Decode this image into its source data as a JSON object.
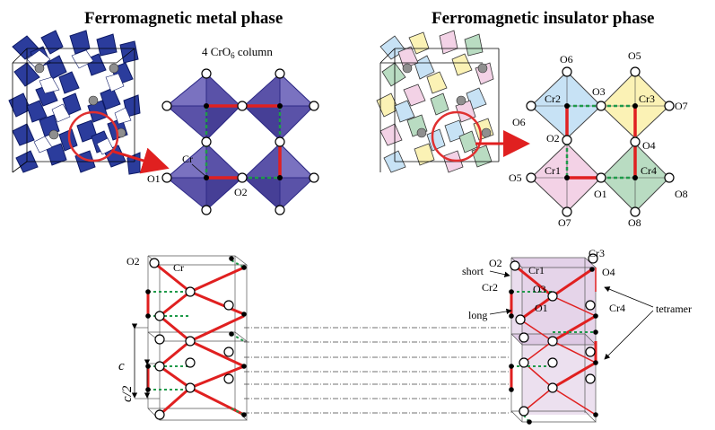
{
  "titles": {
    "left": "Ferromagnetic metal phase",
    "right": "Ferromagnetic insulator phase"
  },
  "left_panel": {
    "column_label_pre": "4 CrO",
    "column_label_sub": "6",
    "column_label_post": " column",
    "labels": {
      "cr": "Cr",
      "o1": "O1",
      "o2": "O2"
    }
  },
  "right_panel": {
    "labels": {
      "o1": "O1",
      "o2": "O2",
      "o3": "O3",
      "o4": "O4",
      "o5": "O5",
      "o6": "O6",
      "o7": "O7",
      "o8": "O8",
      "cr1": "Cr1",
      "cr2": "Cr2",
      "cr3": "Cr3",
      "cr4": "Cr4",
      "o5b": "O5",
      "o6b": "O6",
      "o7b": "O7",
      "o8b": "O8"
    }
  },
  "bottom_left": {
    "labels": {
      "o2": "O2",
      "cr": "Cr",
      "c": "c",
      "c_half": "c/2"
    }
  },
  "bottom_right": {
    "labels": {
      "o2": "O2",
      "cr1": "Cr1",
      "cr2": "Cr2",
      "o3": "O3",
      "o1": "O1",
      "cr3": "Cr3",
      "o4": "O4",
      "cr4": "Cr4",
      "short": "short",
      "long": "long",
      "tetramer": "tetramer"
    }
  },
  "colors": {
    "metal_octahedron": "#5a52a8",
    "metal_octahedron_dark": "#2e2a86",
    "crystal_blue": "#2b3c9c",
    "cr2_blue": "#c7e2f5",
    "cr3_yellow": "#fbf2b5",
    "cr1_pink": "#f3d2e6",
    "cr4_green": "#b9dcc2",
    "tetramer_fill": "#dcc6e2",
    "bond_red": "#e02020",
    "bond_green": "#1f9a4a",
    "arrow_red": "#e02020",
    "circle_red": "#e03030"
  }
}
